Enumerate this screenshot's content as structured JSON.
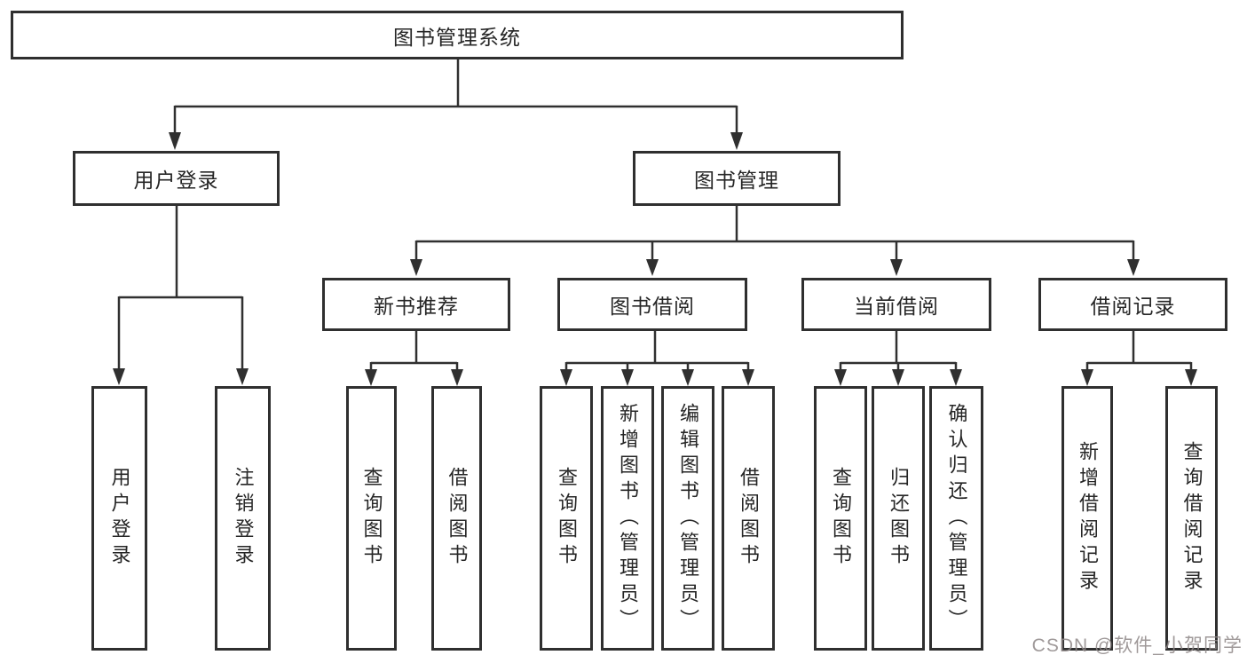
{
  "diagram": {
    "root": {
      "label": "图书管理系统"
    },
    "branches": [
      {
        "label": "用户登录",
        "children": [
          {
            "label": "用户登录"
          },
          {
            "label": "注销登录"
          }
        ]
      },
      {
        "label": "图书管理",
        "children": [
          {
            "label": "新书推荐",
            "children": [
              {
                "label": "查询图书"
              },
              {
                "label": "借阅图书"
              }
            ]
          },
          {
            "label": "图书借阅",
            "children": [
              {
                "label": "查询图书"
              },
              {
                "label": "新增图书（管理员）"
              },
              {
                "label": "编辑图书（管理员）"
              },
              {
                "label": "借阅图书"
              }
            ]
          },
          {
            "label": "当前借阅",
            "children": [
              {
                "label": "查询图书"
              },
              {
                "label": "归还图书"
              },
              {
                "label": "确认归还（管理员）"
              }
            ]
          },
          {
            "label": "借阅记录",
            "children": [
              {
                "label": "新增借阅记录"
              },
              {
                "label": "查询借阅记录"
              }
            ]
          }
        ]
      }
    ],
    "watermark": "CSDN @软件_小贺同学",
    "colors": {
      "line": "#303030",
      "box_border": "#2f2f2f",
      "text": "#262626",
      "watermark": "#8f8888",
      "background": "#ffffff"
    }
  }
}
